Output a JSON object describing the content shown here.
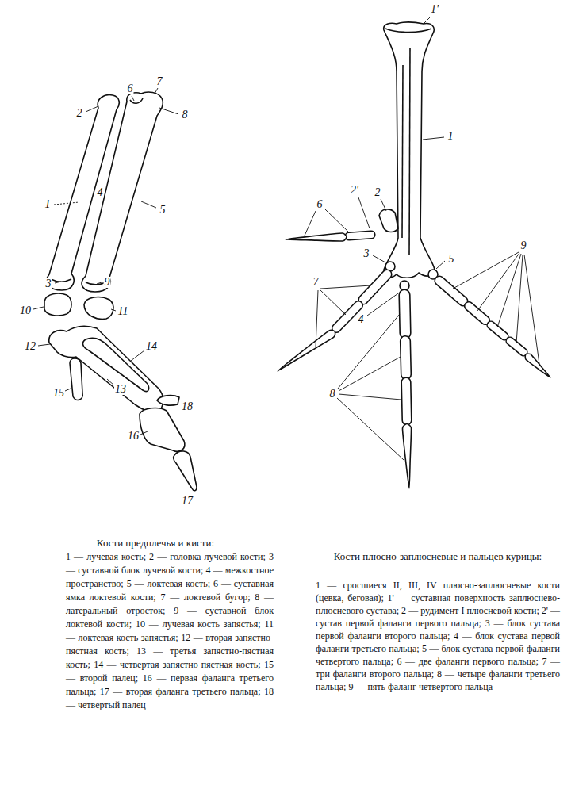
{
  "diagram": {
    "labels": [
      "1",
      "2",
      "3",
      "4",
      "5",
      "6",
      "7",
      "8",
      "9",
      "10",
      "11",
      "12",
      "13",
      "14",
      "15",
      "16",
      "17",
      "18",
      "1'",
      "1",
      "2'",
      "2",
      "6",
      "3",
      "5",
      "9",
      "7",
      "4",
      "8",
      "Кости предплечья и кисти:",
      "1 — лучевая кость; 2 — головка лучевой кости; 3 — суставной блок лучевой кости; 4 — межкостное пространство; 5 — локтевая кость; 6 — суставная ямка локтевой кости; 7 — локтевой бугор; 8 — латеральный отросток; 9 — суставной блок локтевой кости; 10 — лучевая кость запястья; 11 — локтевая кость запястья; 12 — вторая запястно-пястная кость; 13 — третья запястно-пястная кость; 14 — четвертая запястно-пястная кость; 15 — второй палец; 16 — первая фаланга третьего пальца; 17 — вторая фаланга третьего пальца; 18 — четвертый палец",
      "Кости плюсно-заплюсневые и пальцев курицы:",
      "1 — сросшиеся II, III, IV плюсно-заплюсневые кости (цевка, беговая); 1' — суставная поверхность заплюснево-плюсневого сустава; 2 — рудимент I плюсневой кости; 2' — сустав первой фаланги первого пальца; 3 — блок сустава первой фаланги второго пальца; 4 — блок сустава первой фаланги третьего пальца; 5 — блок сустава первой фаланги четвертого пальца; 6 — две фаланги первого пальца; 7 — три фаланги второго пальца; 8 — четыре фаланги третьего пальца; 9 — пять фаланг четвертого пальца"
    ]
  }
}
